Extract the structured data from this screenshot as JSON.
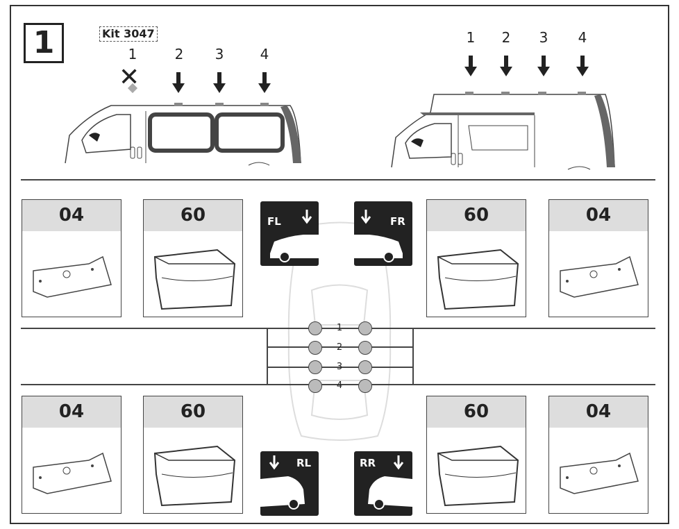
{
  "step": "1",
  "kit": "Kit 3047",
  "left_positions": [
    "1",
    "2",
    "3",
    "4"
  ],
  "right_positions": [
    "1",
    "2",
    "3",
    "4"
  ],
  "cards": {
    "top_left_outer": "04",
    "top_left_inner": "60",
    "top_right_inner": "60",
    "top_right_outer": "04",
    "bottom_left_outer": "04",
    "bottom_left_inner": "60",
    "bottom_right_inner": "60",
    "bottom_right_outer": "04"
  },
  "corners": {
    "fl": "FL",
    "fr": "FR",
    "rl": "RL",
    "rr": "RR"
  },
  "row_numbers": [
    "1",
    "2",
    "3",
    "4"
  ],
  "colors": {
    "line": "#444444",
    "panel": "#222222",
    "label_bg": "#dddddd",
    "dot": "#bbbbbb"
  }
}
